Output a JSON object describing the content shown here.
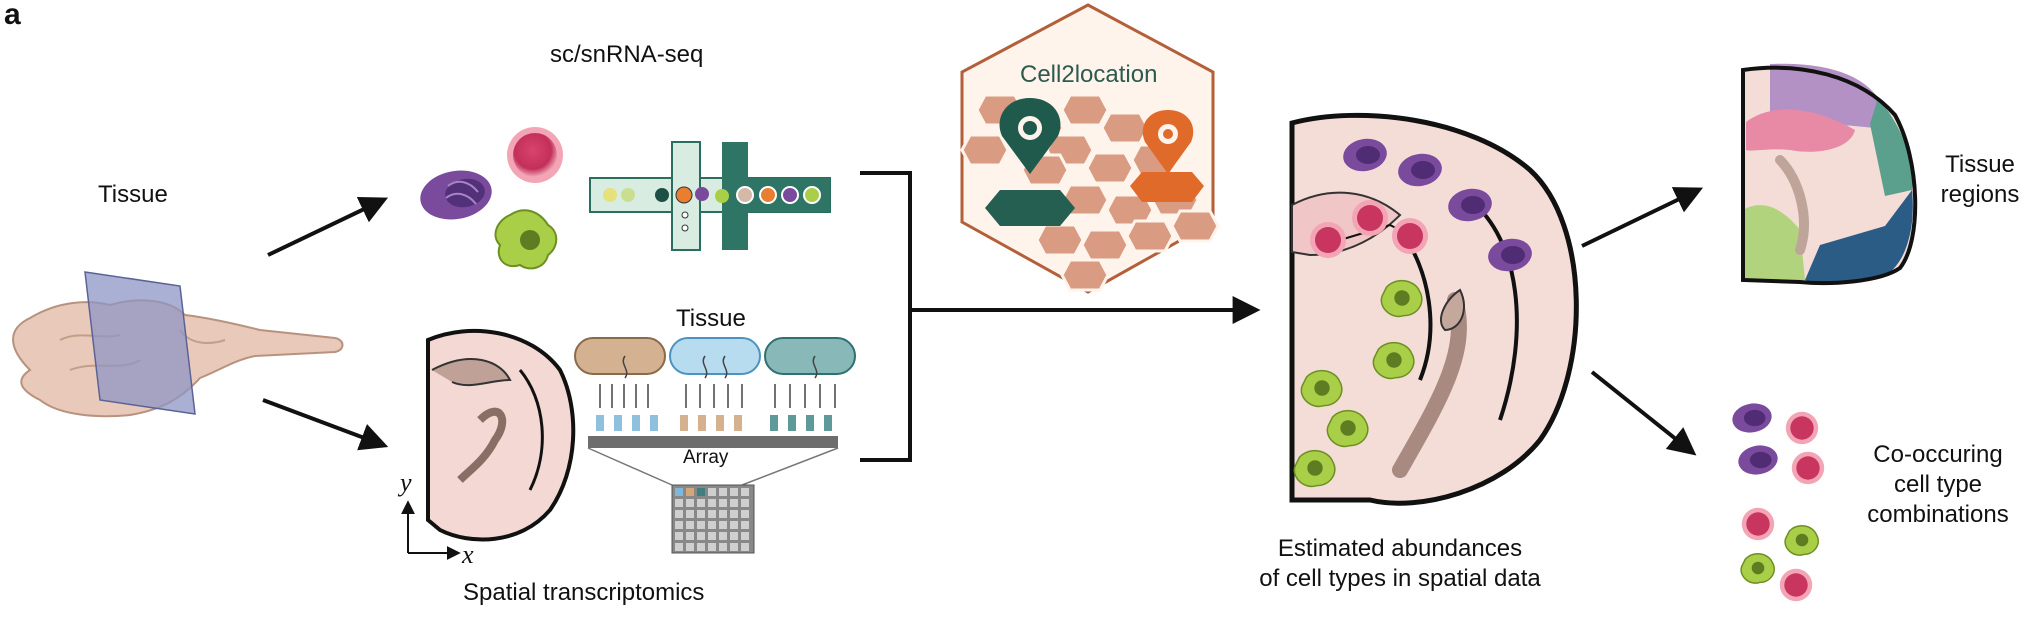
{
  "panel_letter": "a",
  "labels": {
    "tissue_left": "Tissue",
    "scrna": "sc/snRNA-seq",
    "tissue_array": "Tissue",
    "array": "Array",
    "spatial": "Spatial transcriptomics",
    "axis_y": "y",
    "axis_x": "x",
    "cell2location": "Cell2location",
    "estimated_line1": "Estimated abundances",
    "estimated_line2": "of cell types in spatial data",
    "tissue_regions_line1": "Tissue",
    "tissue_regions_line2": "regions",
    "cooccur_line1": "Co-occuring",
    "cooccur_line2": "cell type",
    "cooccur_line3": "combinations"
  },
  "colors": {
    "purple": "#7a4a9c",
    "pink": "#c8355e",
    "green": "#9bc43a",
    "teal": "#2a6e5f",
    "orange": "#e06a2a",
    "tissue_pink": "#f3d8d3",
    "hex_brown": "#d99b82",
    "brand_text": "#2d5a4f"
  }
}
